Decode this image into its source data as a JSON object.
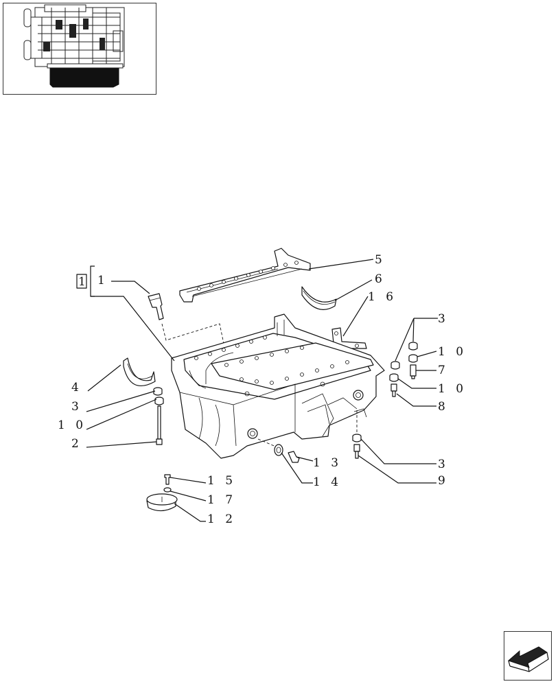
{
  "callouts": {
    "kit_bracket": "1",
    "c1": "1",
    "c5": "5",
    "c6": "6",
    "c16": "1 6",
    "c3a": "3",
    "c10a": "1 0",
    "c7": "7",
    "c10b": "1 0",
    "c8": "8",
    "c4": "4",
    "c3b": "3",
    "c10c": "1 0",
    "c2": "2",
    "c13": "1 3",
    "c14": "1 4",
    "c3c": "3",
    "c9": "9",
    "c15": "1 5",
    "c17": "1 7",
    "c12": "1 2"
  },
  "icons": {
    "thumbnail": "engine-thumbnail-icon",
    "navigation": "next-page-arrow-icon"
  }
}
